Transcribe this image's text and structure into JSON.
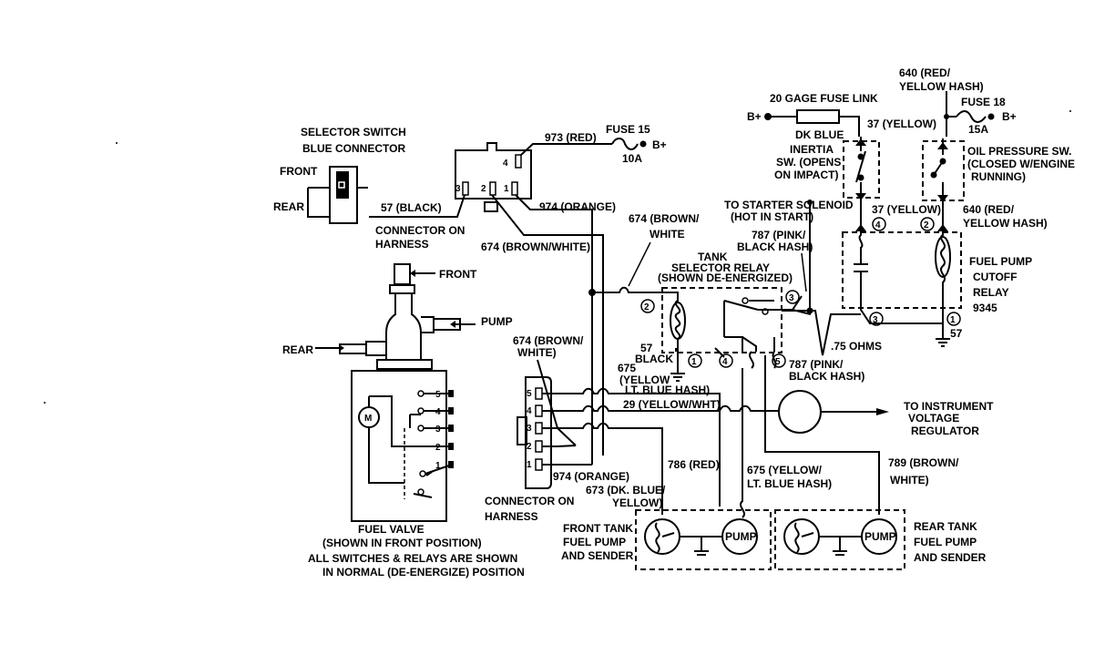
{
  "labels": {
    "selector_switch": "SELECTOR SWITCH",
    "blue_connector": "BLUE CONNECTOR",
    "front": "FRONT",
    "rear": "REAR",
    "wire_57_black": "57 (BLACK)",
    "connector_on": "CONNECTOR ON",
    "harness": "HARNESS",
    "wire_973_red": "973 (RED)",
    "fuse15": "FUSE  15",
    "fuse15_amp": "10A",
    "bplus": "B+",
    "wire_974_orange": "974 (ORANGE)",
    "wire_674_bw": "674 (BROWN/WHITE)",
    "wire_674_brown": "674 (BROWN/",
    "white": "WHITE)",
    "white_b": "WHITE",
    "fuse_link": "20 GAGE FUSE LINK",
    "dk_blue": "DK BLUE",
    "wire_37_yellow": "37 (YELLOW)",
    "inertia": "INERTIA",
    "inertia_opens": "SW. (OPENS",
    "inertia_impact": "ON IMPACT)",
    "wire_640_red": "640 (RED/",
    "yellow_hash": "YELLOW HASH)",
    "fuse18": "FUSE 18",
    "fuse18_amp": "15A",
    "oil_sw": "OIL PRESSURE SW.",
    "oil_closed": "(CLOSED W/ENGINE",
    "oil_running": "RUNNING)",
    "to_starter": "TO STARTER SOLENOID",
    "hot_in_start": "(HOT IN START)",
    "wire_787_pink": "787 (PINK/",
    "black_hash": "BLACK HASH)",
    "tank_selector_relay_1": "TANK",
    "tank_selector_relay_2": "SELECTOR  RELAY",
    "tank_selector_relay_3": "(SHOWN DE-ENERGIZED)",
    "fuel_pump_1": "FUEL PUMP",
    "fuel_pump_2": "CUTOFF",
    "fuel_pump_3": "RELAY",
    "fuel_pump_4": "9345",
    "black_57": "BLACK",
    "num_57": "57",
    "ohms": ".75 OHMS",
    "wire_675": "675",
    "wire_675_yellow": "(YELLOW",
    "lt_blue_hash": "LT. BLUE HASH)",
    "wire_29": "29 (YELLOW/WHT)",
    "to_instrument_1": "TO INSTRUMENT",
    "to_instrument_2": "VOLTAGE",
    "to_instrument_3": "REGULATOR",
    "wire_786": "786 (RED)",
    "wire_675_b": "675 (YELLOW/",
    "lt_blue_hash_b": "LT. BLUE HASH)",
    "wire_789": "789 (BROWN/",
    "wire_673": "673 (DK. BLUE/",
    "yellow_c": "YELLOW)",
    "front_tank_1": "FRONT TANK",
    "front_tank_2": "FUEL PUMP",
    "front_tank_3": "AND SENDER",
    "rear_tank_1": "REAR TANK",
    "rear_tank_2": "FUEL PUMP",
    "rear_tank_3": "AND SENDER",
    "pump": "PUMP",
    "fuel_valve_1": "FUEL VALVE",
    "fuel_valve_2": "(SHOWN IN FRONT POSITION)",
    "note_1": "ALL SWITCHES & RELAYS ARE SHOWN",
    "note_2": "IN NORMAL (DE-ENERGIZE)  POSITION",
    "motor": "M"
  },
  "pins": {
    "p1": "1",
    "p2": "2",
    "p3": "3",
    "p4": "4",
    "p5": "5"
  }
}
